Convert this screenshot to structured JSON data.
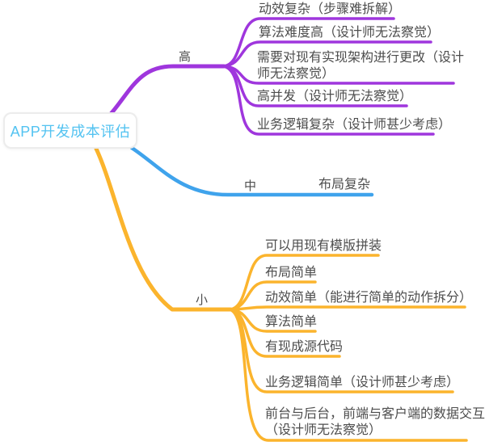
{
  "root": {
    "label": "APP开发成本评估",
    "text_color": "#54c3f1"
  },
  "node_text_color": "#4d4d4d",
  "branches": [
    {
      "label": "高",
      "color": "#9f36dd",
      "children": [
        {
          "text": "动效复杂（步骤难拆解）"
        },
        {
          "text": "算法难度高（设计师无法察觉）"
        },
        {
          "text": "需要对现有实现架构进行更改（设计\n师无法察觉）"
        },
        {
          "text": "高并发（设计师无法察觉）"
        },
        {
          "text": "业务逻辑复杂（设计师甚少考虑）"
        }
      ]
    },
    {
      "label": "中",
      "color": "#3fa3ec",
      "children": [
        {
          "text": "布局复杂"
        }
      ]
    },
    {
      "label": "小",
      "color": "#fbb42d",
      "children": [
        {
          "text": "可以用现有模版拼装"
        },
        {
          "text": "布局简单"
        },
        {
          "text": "动效简单（能进行简单的动作拆分）"
        },
        {
          "text": "算法简单"
        },
        {
          "text": "有现成源代码"
        },
        {
          "text": "业务逻辑简单（设计师甚少考虑）"
        },
        {
          "text": "前台与后台，前端与客户端的数据交互\n（设计师无法察觉）"
        }
      ]
    }
  ]
}
